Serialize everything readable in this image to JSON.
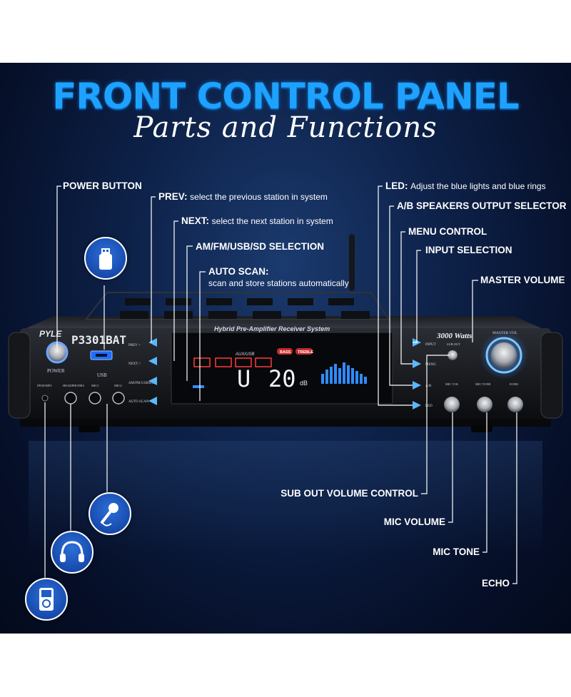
{
  "header": {
    "title": "FRONT CONTROL PANEL",
    "subtitle": "Parts and Functions"
  },
  "device": {
    "brand": "PYLE",
    "model": "P3301BAT",
    "system_name": "Hybrid Pre-Amplifier Receiver System",
    "wattage": "3000 Watts",
    "power_label": "POWER",
    "usb_label": "USB",
    "master_vol_label": "MASTER VOL",
    "sub_out_label": "SUB.OUT",
    "mic_vol_label": "MIC VOL",
    "mic_tone_label": "MIC TONE",
    "echo_label": "ECHO",
    "ipod_label": "IPOD/MP3",
    "headphones_label": "HEADPHONES",
    "mic1_label": "MIC1",
    "mic2_label": "MIC2",
    "left_buttons": [
      "PREV <",
      "NEXT >",
      "AM/FM USB/BT",
      "AUTO SCAN"
    ],
    "right_buttons": [
      "INPUT",
      "MENU",
      "A/B",
      "LED"
    ],
    "display": {
      "source": "AUX/USB",
      "bass": "BASS",
      "treble": "TREBLE",
      "readout_left": "U",
      "readout_value": "20",
      "unit": "dB"
    }
  },
  "callouts": {
    "power_button": "POWER BUTTON",
    "prev_title": "PREV:",
    "prev_desc": "select the previous station in system",
    "next_title": "NEXT:",
    "next_desc": "select the next station in system",
    "source_title": "AM/FM/USB/SD SELECTION",
    "autoscan_title": "AUTO SCAN:",
    "autoscan_desc": "scan and store stations automatically",
    "led_title": "LED:",
    "led_desc": "Adjust the blue lights and blue rings",
    "ab_title": "A/B SPEAKERS OUTPUT SELECTOR",
    "menu_title": "MENU CONTROL",
    "input_title": "INPUT SELECTION",
    "master_title": "MASTER VOLUME",
    "subout_title": "SUB OUT VOLUME CONTROL",
    "micvol_title": "MIC VOLUME",
    "mictone_title": "MIC TONE",
    "echo_title": "ECHO"
  },
  "icons": {
    "usb": "usb-drive-icon",
    "microphone": "microphone-icon",
    "headphones": "headphones-icon",
    "ipod": "ipod-icon"
  },
  "colors": {
    "accent_blue": "#1fa2ff",
    "led_blue": "#5ab8ff",
    "background": "#0d2148"
  }
}
